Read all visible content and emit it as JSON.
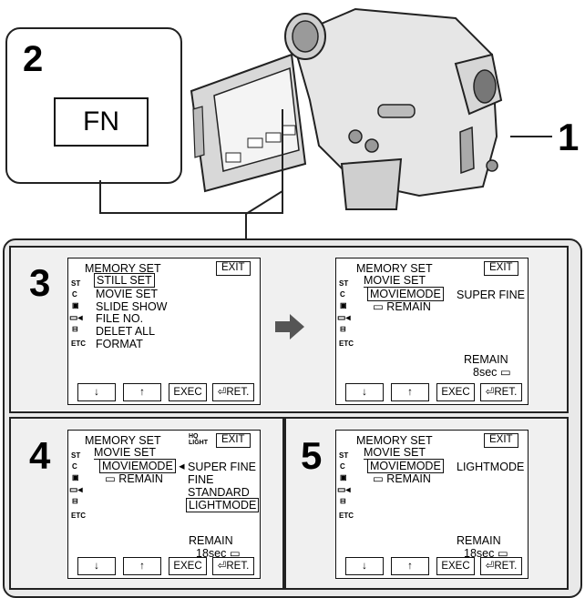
{
  "steps": {
    "step1": "1",
    "step2": "2",
    "step3": "3",
    "step4": "4",
    "step5": "5"
  },
  "fn_button": "FN",
  "screens": {
    "s3": {
      "title": "MEMORY SET",
      "exit": "EXIT",
      "items": [
        "STILL SET",
        "MOVIE SET",
        "SLIDE SHOW",
        "FILE NO.",
        "DELET ALL",
        "FORMAT"
      ],
      "buttons": [
        "↓",
        "↑",
        "EXEC",
        "RET."
      ]
    },
    "s3b": {
      "title": "MEMORY SET",
      "exit": "EXIT",
      "sub": "MOVIE SET",
      "mode": "MOVIEMODE",
      "value": "SUPER FINE",
      "remain_item": "REMAIN",
      "remain_label": "REMAIN",
      "remain_value": "8sec",
      "buttons": [
        "↓",
        "↑",
        "EXEC",
        "RET."
      ]
    },
    "s4": {
      "title": "MEMORY SET",
      "exit": "EXIT",
      "sub": "MOVIE SET",
      "mode": "MOVIEMODE",
      "options": [
        "SUPER FINE",
        "FINE",
        "STANDARD",
        "LIGHTMODE"
      ],
      "remain_item": "REMAIN",
      "remain_label": "REMAIN",
      "remain_value": "18sec",
      "light_icon_top": "HQ",
      "light_icon_bottom": "LIGHT",
      "buttons": [
        "↓",
        "↑",
        "EXEC",
        "RET."
      ]
    },
    "s5": {
      "title": "MEMORY SET",
      "exit": "EXIT",
      "sub": "MOVIE SET",
      "mode": "MOVIEMODE",
      "value": "LIGHTMODE",
      "remain_item": "REMAIN",
      "remain_label": "REMAIN",
      "remain_value": "18sec",
      "buttons": [
        "↓",
        "↑",
        "EXEC",
        "RET."
      ]
    }
  },
  "menu_icons": {
    "etc": "ETC",
    "still": "ST",
    "camera": "C"
  }
}
